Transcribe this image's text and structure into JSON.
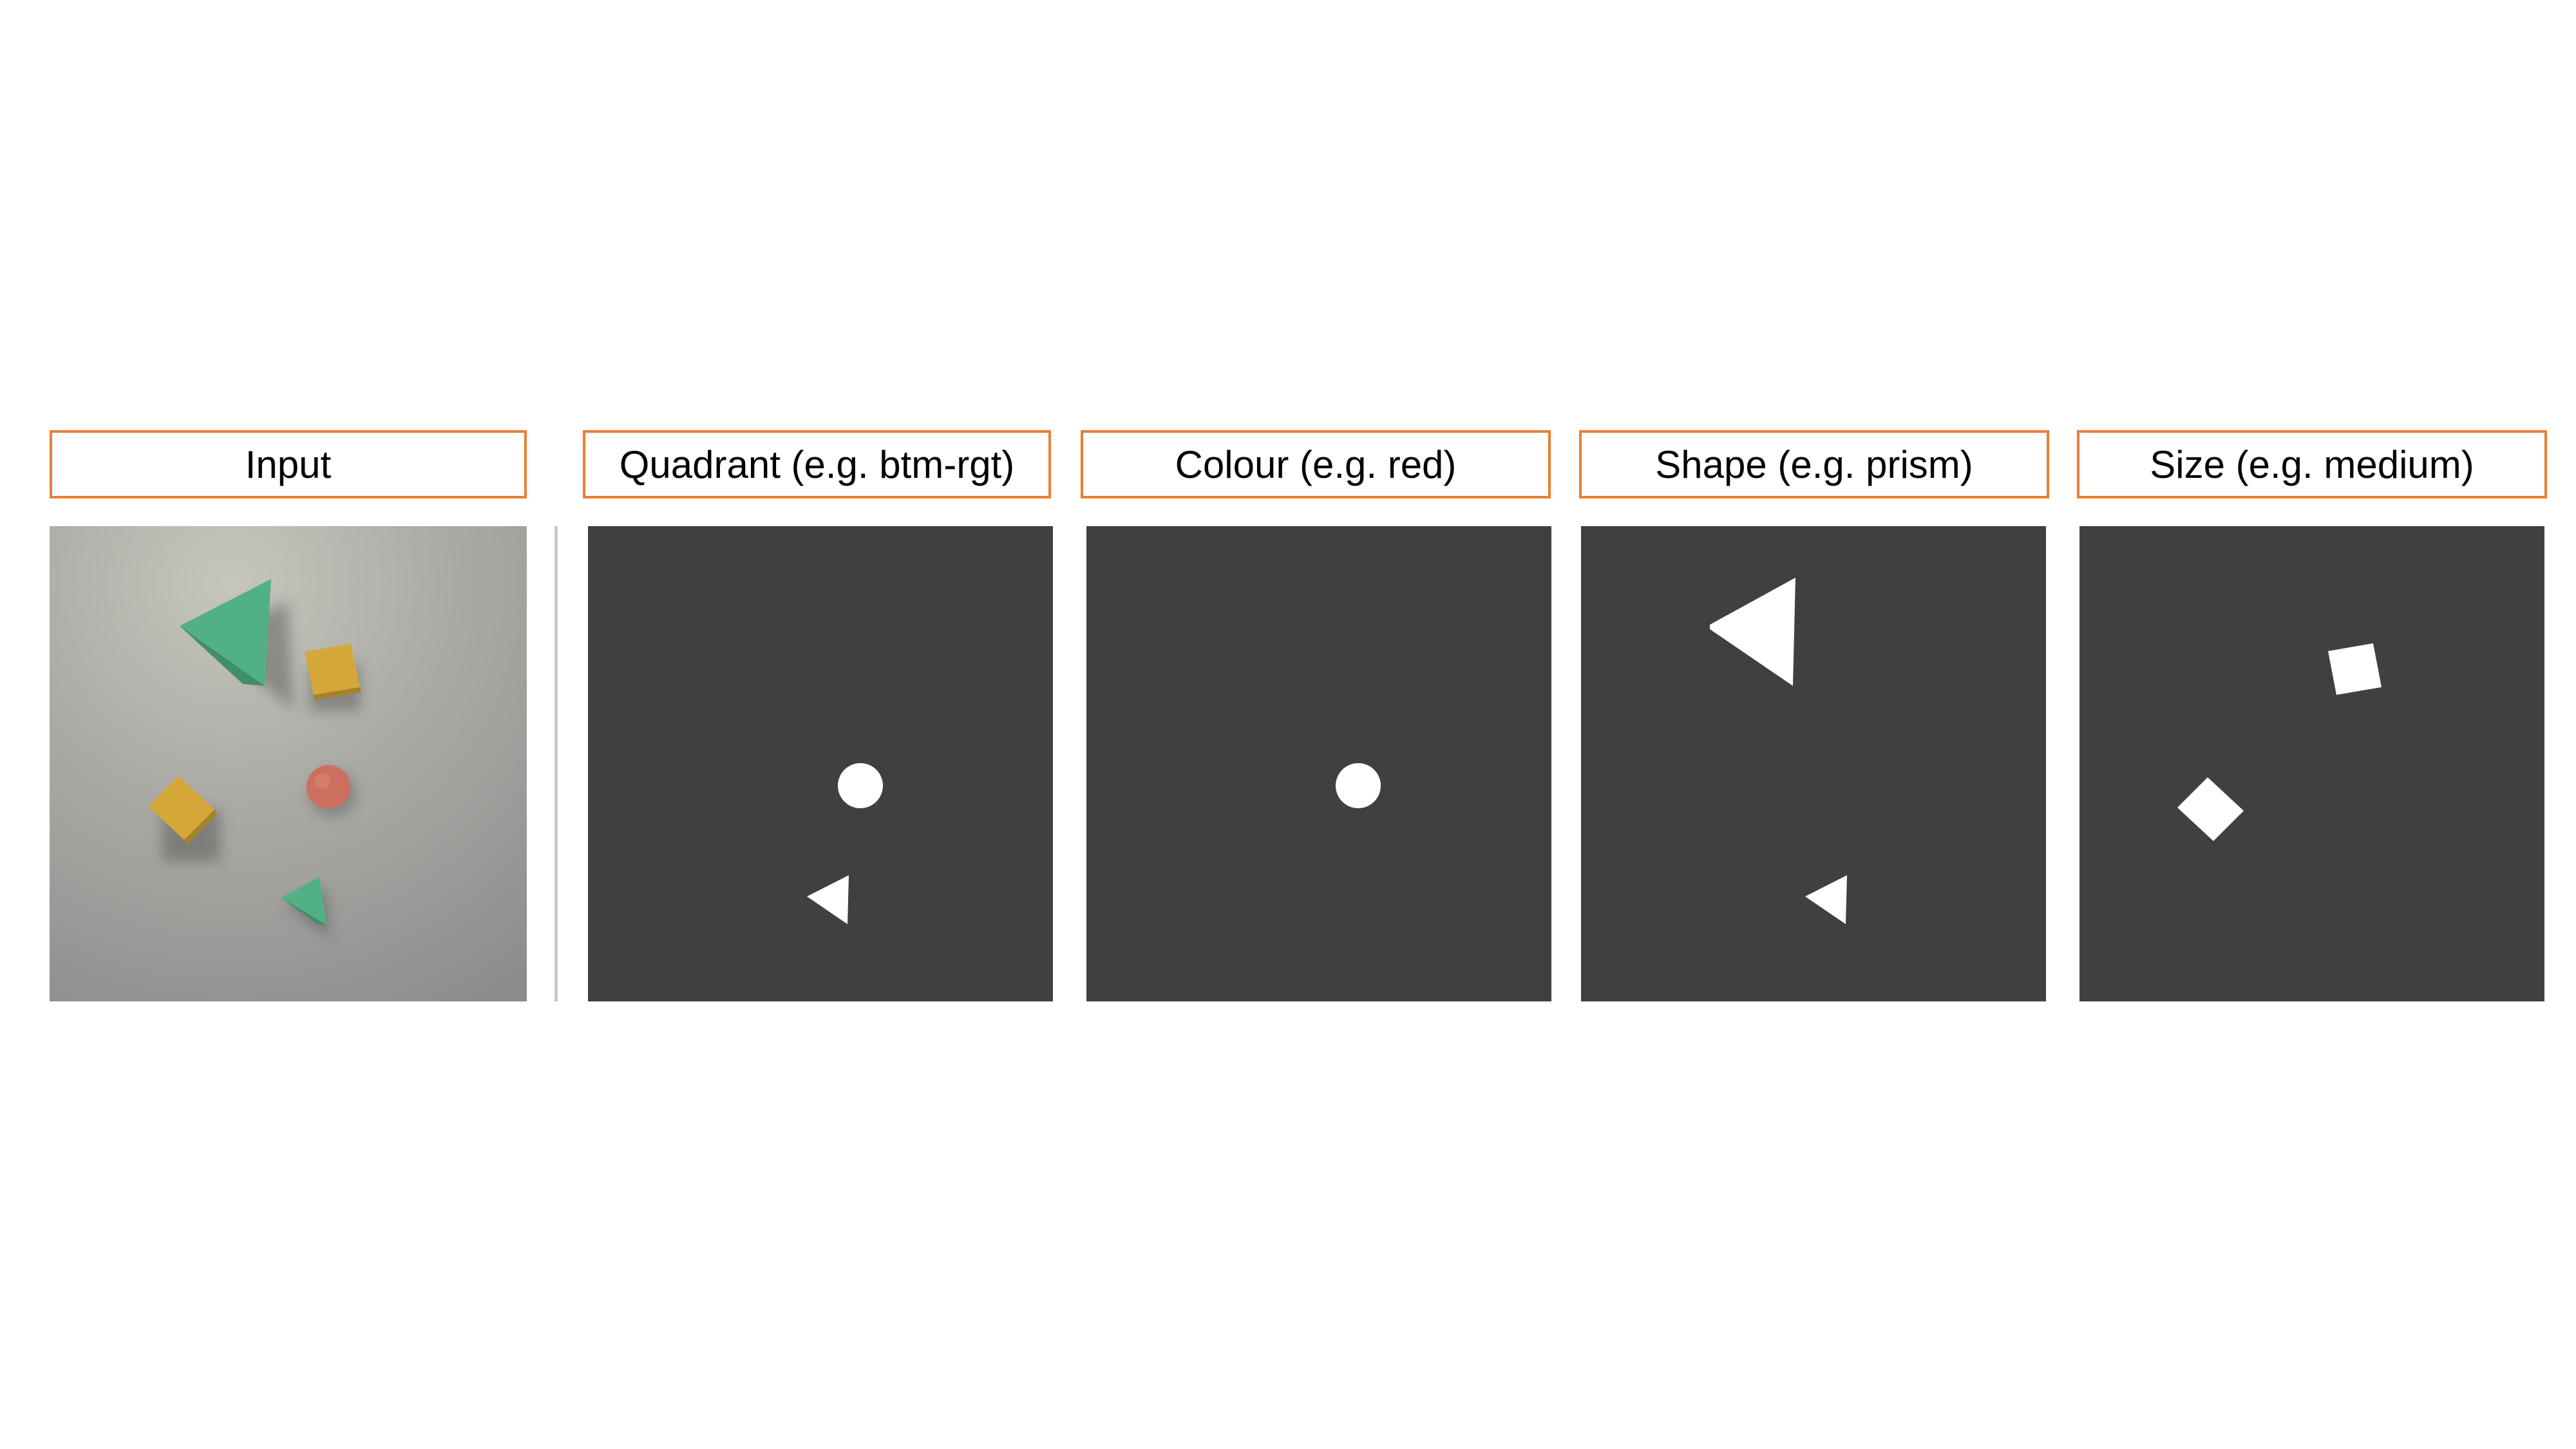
{
  "labels": {
    "input": "Input",
    "quadrant": "Quadrant (e.g. btm-rgt)",
    "colour": "Colour (e.g. red)",
    "shape": "Shape (e.g. prism)",
    "size": "Size (e.g. medium)"
  },
  "colors": {
    "label_border": "#ed7d31",
    "mask_background": "#404040",
    "mask_foreground": "#ffffff",
    "scene_background": "#a4a49f",
    "green_prism": "#52b085",
    "yellow_cube": "#d4a838",
    "red_sphere": "#cc6f5e"
  },
  "icons": {
    "scene_objects": [
      "green-prism-icon",
      "yellow-cube-icon",
      "red-sphere-icon"
    ],
    "mask_shapes": [
      "circle-mask-icon",
      "triangle-mask-icon",
      "diamond-mask-icon"
    ]
  }
}
